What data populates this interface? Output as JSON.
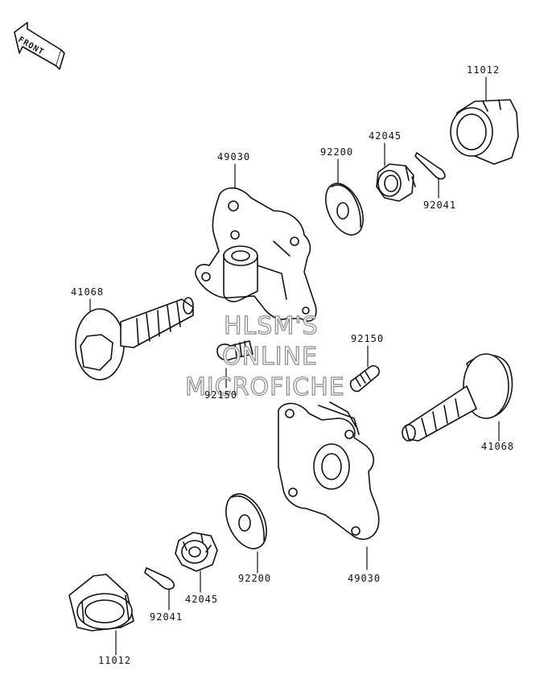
{
  "diagram": {
    "front_arrow": "FRONT",
    "watermark": [
      "HLSM'S",
      "ONLINE",
      "MICROFICHE"
    ],
    "callouts": [
      {
        "part": "11012"
      },
      {
        "part": "42045"
      },
      {
        "part": "49030"
      },
      {
        "part": "92200"
      },
      {
        "part": "92041"
      },
      {
        "part": "41068"
      },
      {
        "part": "92150"
      },
      {
        "part": "92150"
      },
      {
        "part": "41068"
      },
      {
        "part": "49030"
      },
      {
        "part": "92200"
      },
      {
        "part": "42045"
      },
      {
        "part": "92041"
      },
      {
        "part": "11012"
      }
    ]
  }
}
